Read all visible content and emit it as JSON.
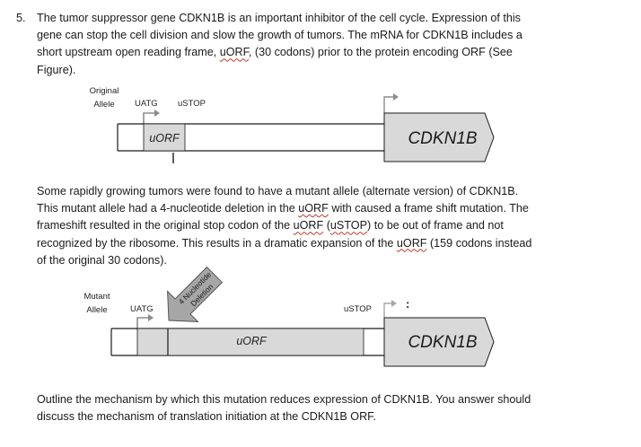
{
  "question": {
    "number": "5.",
    "intro_lines": [
      "The tumor suppressor gene CDKN1B is an important inhibitor of the cell cycle.  Expression of this",
      "gene can stop the cell division and slow the growth of tumors. The mRNA for CDKN1B includes a",
      [
        "short upstream open reading frame, ",
        "uORF",
        ", (30 codons) prior to the protein encoding ORF (See"
      ],
      "Figure)."
    ],
    "middle_lines": [
      "Some rapidly growing tumors were found to have a mutant allele (alternate version) of CDKN1B.",
      [
        "This mutant allele had a 4-nucleotide deletion in the ",
        "uORF",
        " with caused a frame shift mutation.  The"
      ],
      [
        "frameshift resulted in the original stop codon of the ",
        "uORF",
        " (",
        "uSTOP",
        ") to be out of frame and not"
      ],
      [
        "recognized by the ribosome.   This results in a dramatic expansion of the ",
        "uORF",
        " (159 codons instead"
      ],
      "of the original 30 codons)."
    ],
    "final_lines": [
      "Outline the mechanism by which this mutation reduces expression of CDKN1B.  You answer should",
      "discuss the mechanism of translation initiation at the CDKN1B ORF."
    ]
  },
  "figure_original": {
    "allele_label_1": "Original",
    "allele_label_2": "Allele",
    "uatg_label": "UATG",
    "ustop_label": "uSTOP",
    "uorf_label": "uORF",
    "gene_label": "CDKN1B"
  },
  "figure_mutant": {
    "allele_label_1": "Mutant",
    "allele_label_2": "Allele",
    "uatg_label": "UATG",
    "ustop_label": "uSTOP",
    "uorf_label": "uORF",
    "gene_label": "CDKN1B",
    "deletion_label_1": "4 Nucleotide",
    "deletion_label_2": "Deletion",
    "colon_mark": ":"
  },
  "colors": {
    "box_fill": "#d9d9d9",
    "line": "#1a1a1a",
    "arrow_gray": "#8c8c8c",
    "deletion_arrow": "#a6a6a6",
    "spellcheck": "#c0392b"
  }
}
